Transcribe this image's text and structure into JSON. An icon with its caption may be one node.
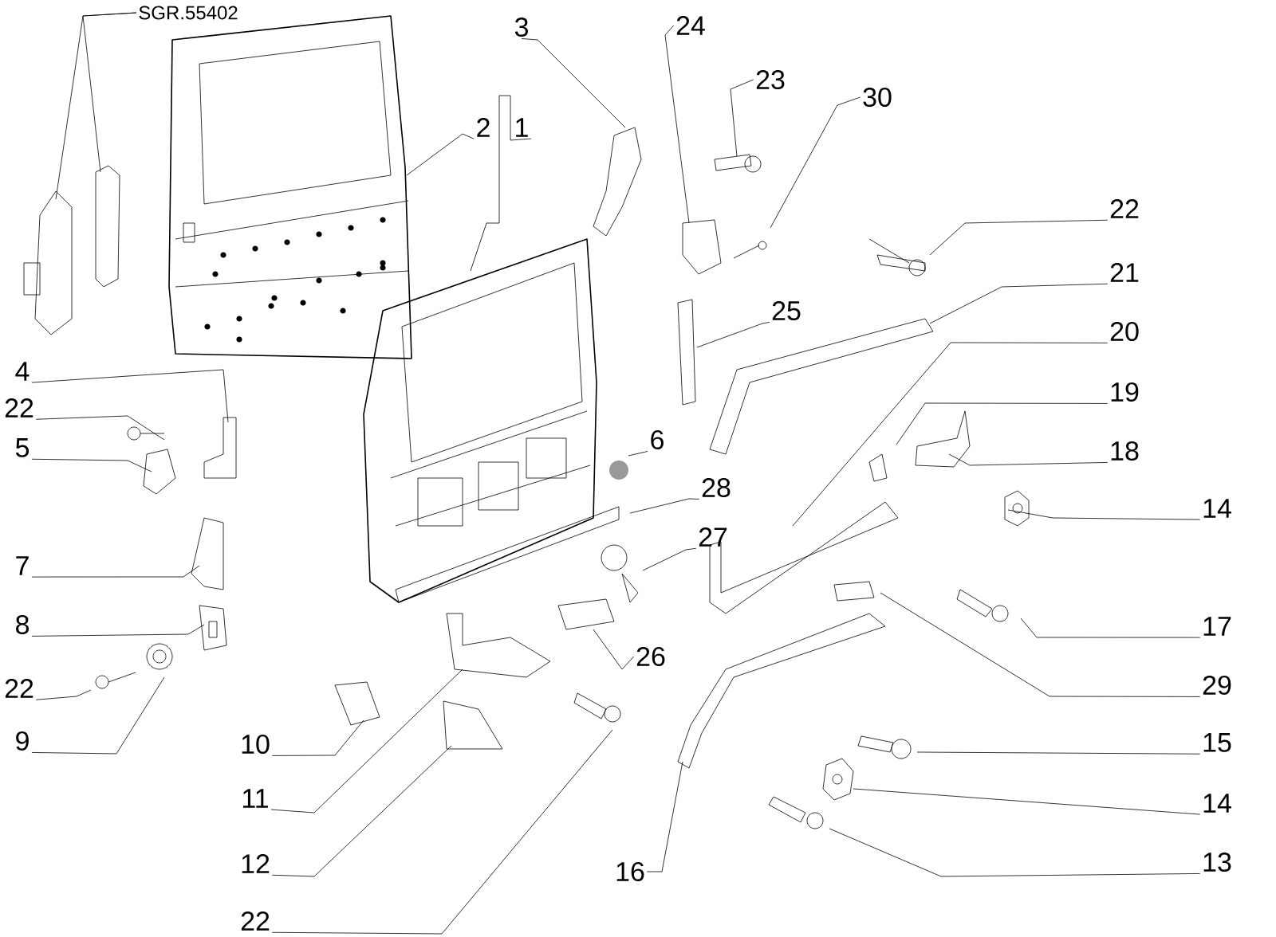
{
  "diagram": {
    "nodes": [
      {
        "text": [
          "SGR.55402"
        ]
      },
      {
        "text": [
          "1"
        ]
      },
      {
        "text": [
          "2"
        ]
      },
      {
        "text": [
          "3"
        ]
      },
      {
        "text": [
          "24"
        ]
      },
      {
        "text": [
          "23"
        ]
      },
      {
        "text": [
          "30"
        ]
      },
      {
        "text": [
          "22"
        ]
      },
      {
        "text": [
          "21"
        ]
      },
      {
        "text": [
          "25"
        ]
      },
      {
        "text": [
          "20"
        ]
      },
      {
        "text": [
          "19"
        ]
      },
      {
        "text": [
          "18"
        ]
      },
      {
        "text": [
          "6"
        ]
      },
      {
        "text": [
          "4"
        ]
      },
      {
        "text": [
          "22"
        ]
      },
      {
        "text": [
          "5"
        ]
      },
      {
        "text": [
          "28"
        ]
      },
      {
        "text": [
          "27"
        ]
      },
      {
        "text": [
          "7"
        ]
      },
      {
        "text": [
          "14"
        ]
      },
      {
        "text": [
          "26"
        ]
      },
      {
        "text": [
          "8"
        ]
      },
      {
        "text": [
          "17"
        ]
      },
      {
        "text": [
          "22"
        ]
      },
      {
        "text": [
          "29"
        ]
      },
      {
        "text": [
          "9"
        ]
      },
      {
        "text": [
          "10"
        ]
      },
      {
        "text": [
          "15"
        ]
      },
      {
        "text": [
          "11"
        ]
      },
      {
        "text": [
          "14"
        ]
      },
      {
        "text": [
          "12"
        ]
      },
      {
        "text": [
          "13"
        ]
      },
      {
        "text": [
          "16"
        ]
      },
      {
        "text": [
          "22"
        ]
      }
    ],
    "edges": [
      {
        "from": 0,
        "to": null,
        "arrow": "none"
      },
      {
        "from": 0,
        "to": null,
        "arrow": "none"
      },
      {
        "from": 1,
        "to": null,
        "arrow": "none"
      },
      {
        "from": 2,
        "to": null,
        "arrow": "none"
      },
      {
        "from": 3,
        "to": null,
        "arrow": "none"
      },
      {
        "from": 4,
        "to": null,
        "arrow": "none"
      },
      {
        "from": 5,
        "to": null,
        "arrow": "none"
      },
      {
        "from": 6,
        "to": null,
        "arrow": "none"
      },
      {
        "from": 7,
        "to": null,
        "arrow": "none"
      },
      {
        "from": 8,
        "to": null,
        "arrow": "none"
      },
      {
        "from": 9,
        "to": null,
        "arrow": "none"
      },
      {
        "from": 10,
        "to": null,
        "arrow": "none"
      },
      {
        "from": 11,
        "to": null,
        "arrow": "none"
      },
      {
        "from": 12,
        "to": null,
        "arrow": "none"
      },
      {
        "from": 13,
        "to": null,
        "arrow": "none"
      },
      {
        "from": 14,
        "to": null,
        "arrow": "none"
      },
      {
        "from": 15,
        "to": null,
        "arrow": "none"
      },
      {
        "from": 16,
        "to": null,
        "arrow": "none"
      },
      {
        "from": 17,
        "to": null,
        "arrow": "none"
      },
      {
        "from": 18,
        "to": null,
        "arrow": "none"
      },
      {
        "from": 19,
        "to": null,
        "arrow": "none"
      },
      {
        "from": 20,
        "to": null,
        "arrow": "none"
      },
      {
        "from": 21,
        "to": null,
        "arrow": "none"
      },
      {
        "from": 22,
        "to": null,
        "arrow": "none"
      },
      {
        "from": 23,
        "to": null,
        "arrow": "none"
      },
      {
        "from": 24,
        "to": null,
        "arrow": "none"
      },
      {
        "from": 25,
        "to": null,
        "arrow": "none"
      },
      {
        "from": 26,
        "to": null,
        "arrow": "none"
      },
      {
        "from": 27,
        "to": null,
        "arrow": "none"
      },
      {
        "from": 28,
        "to": null,
        "arrow": "none"
      },
      {
        "from": 29,
        "to": null,
        "arrow": "none"
      },
      {
        "from": 30,
        "to": null,
        "arrow": "none"
      },
      {
        "from": 31,
        "to": null,
        "arrow": "none"
      },
      {
        "from": 32,
        "to": null,
        "arrow": "none"
      },
      {
        "from": 33,
        "to": null,
        "arrow": "none"
      },
      {
        "from": 34,
        "to": null,
        "arrow": "none"
      }
    ]
  }
}
